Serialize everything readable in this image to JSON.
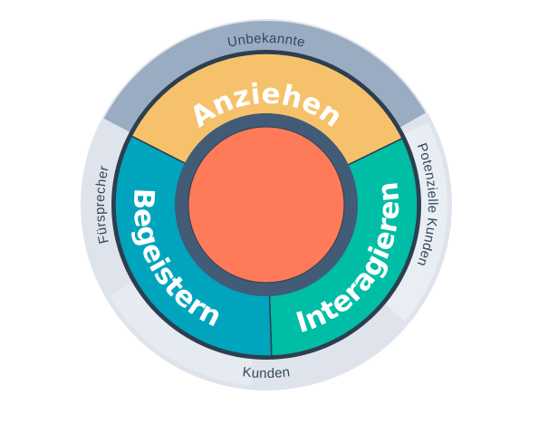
{
  "outer_ring": {
    "top": "Unbekannte",
    "right": "Potenzielle Kunden",
    "bottom": "Kunden",
    "left": "Fürsprecher"
  },
  "stages": {
    "attract": "Anziehen",
    "engage": "Interagieren",
    "delight": "Begeistern"
  },
  "colors": {
    "outer_ring": "#dfe4ec",
    "outer_band": "#9aacc2",
    "attract": "#f5c26b",
    "engage": "#00bda5",
    "delight": "#00a4bd",
    "hub_ring": "#425b76",
    "hub": "#ff7a59",
    "border": "#2d3e50"
  }
}
